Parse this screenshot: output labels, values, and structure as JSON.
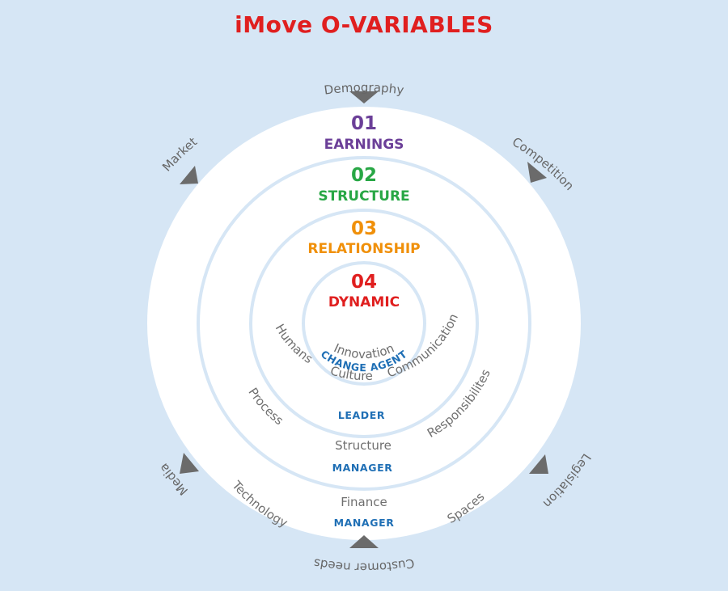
{
  "title": "iMove O-VARIABLES",
  "colors": {
    "title": "#e01f1f",
    "earnings": "#6b3f98",
    "structure": "#28a745",
    "relationship": "#f0900a",
    "dynamic": "#e01f1f",
    "role": "#1f6fb5",
    "background": "#d6e6f5",
    "circle": "#ffffff"
  },
  "external_factors": {
    "demography": "Demography",
    "competition": "Competition",
    "legislation": "Legislation",
    "customer_needs": "Customer needs",
    "media": "Media",
    "market": "Market"
  },
  "levels": [
    {
      "number": "01",
      "label": "EARNINGS"
    },
    {
      "number": "02",
      "label": "STRUCTURE"
    },
    {
      "number": "03",
      "label": "RELATIONSHIP"
    },
    {
      "number": "04",
      "label": "DYNAMIC"
    }
  ],
  "dynamic_ring": {
    "item": "Innovation",
    "role": "CHANGE AGENT"
  },
  "relationship_ring": {
    "items": [
      "Humans",
      "Culture",
      "Communication"
    ],
    "role": "LEADER"
  },
  "structure_ring": {
    "items": [
      "Process",
      "Structure",
      "Responsibilites"
    ],
    "role": "MANAGER"
  },
  "earnings_ring": {
    "items": [
      "Technology",
      "Finance",
      "Spaces"
    ],
    "role": "MANAGER"
  }
}
